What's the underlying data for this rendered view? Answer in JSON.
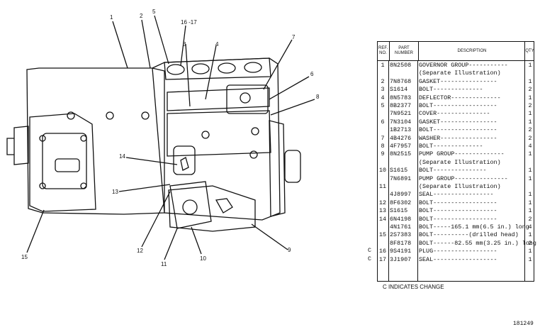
{
  "callouts": [
    "1",
    "2",
    "3",
    "4",
    "5",
    "16 -17",
    "7",
    "6",
    "8",
    "14",
    "13",
    "15",
    "12",
    "11",
    "10",
    "9"
  ],
  "table": {
    "headers": {
      "ref": "REF. NO.",
      "part": "PART NUMBER",
      "desc": "DESCRIPTION",
      "qty": "QTY."
    },
    "rows": [
      {
        "ref": "1",
        "part": "8N2508",
        "desc": "GOVERNOR GROUP-----------",
        "qty": "1",
        "chg": ""
      },
      {
        "ref": "",
        "part": "",
        "desc": "(Separate Illustration)",
        "qty": "",
        "chg": ""
      },
      {
        "ref": "2",
        "part": "7N8768",
        "desc": "GASKET----------------",
        "qty": "1",
        "chg": ""
      },
      {
        "ref": "3",
        "part": "S1614",
        "desc": "BOLT--------------",
        "qty": "2",
        "chg": ""
      },
      {
        "ref": "4",
        "part": "8N5783",
        "desc": "DEFLECTOR--------------",
        "qty": "1",
        "chg": ""
      },
      {
        "ref": "5",
        "part": "8B2377",
        "desc": "BOLT------------------",
        "qty": "2",
        "chg": ""
      },
      {
        "ref": "",
        "part": "7N9521",
        "desc": "COVER---------------",
        "qty": "1",
        "chg": ""
      },
      {
        "ref": "6",
        "part": "7N3104",
        "desc": "GASKET----------------",
        "qty": "1",
        "chg": ""
      },
      {
        "ref": "",
        "part": "1B2713",
        "desc": "BOLT------------------",
        "qty": "2",
        "chg": ""
      },
      {
        "ref": "7",
        "part": "4B4276",
        "desc": "WASHER----------------",
        "qty": "2",
        "chg": ""
      },
      {
        "ref": "8",
        "part": "4F7957",
        "desc": "BOLT--------------",
        "qty": "4",
        "chg": ""
      },
      {
        "ref": "9",
        "part": "8N2515",
        "desc": "PUMP GROUP--------------",
        "qty": "1",
        "chg": ""
      },
      {
        "ref": "",
        "part": "",
        "desc": "(Separate Illustration)",
        "qty": "",
        "chg": ""
      },
      {
        "ref": "10",
        "part": "S1615",
        "desc": "BOLT---------------",
        "qty": "1",
        "chg": ""
      },
      {
        "ref": "",
        "part": "7N6891",
        "desc": "PUMP GROUP---------------",
        "qty": "1",
        "chg": ""
      },
      {
        "ref": "11",
        "part": "",
        "desc": "(Separate Illustration)",
        "qty": "",
        "chg": ""
      },
      {
        "ref": "",
        "part": "4J8997",
        "desc": "SEAL-----------------",
        "qty": "1",
        "chg": ""
      },
      {
        "ref": "12",
        "part": "8F6302",
        "desc": "BOLT------------------",
        "qty": "1",
        "chg": ""
      },
      {
        "ref": "13",
        "part": "S1615",
        "desc": "BOLT------------------",
        "qty": "1",
        "chg": ""
      },
      {
        "ref": "14",
        "part": "6N4198",
        "desc": "BOLT------------------",
        "qty": "2",
        "chg": ""
      },
      {
        "ref": "",
        "part": "4N1761",
        "desc": "BOLT-----165.1 mm(6.5 in.) long",
        "qty": "4",
        "chg": ""
      },
      {
        "ref": "15",
        "part": "2S7383",
        "desc": "BOLT----------(drilled head)",
        "qty": "1",
        "chg": ""
      },
      {
        "ref": "",
        "part": "8F8178",
        "desc": "BOLT------82.55 mm(3.25 in.) long",
        "qty": "2",
        "chg": ""
      },
      {
        "ref": "16",
        "part": "9S4191",
        "desc": "PLUG------------------",
        "qty": "1",
        "chg": "C"
      },
      {
        "ref": "17",
        "part": "3J1907",
        "desc": "SEAL------------------",
        "qty": "1",
        "chg": "C"
      }
    ]
  },
  "legend": "C INDICATES CHANGE",
  "ref_number": "181249"
}
